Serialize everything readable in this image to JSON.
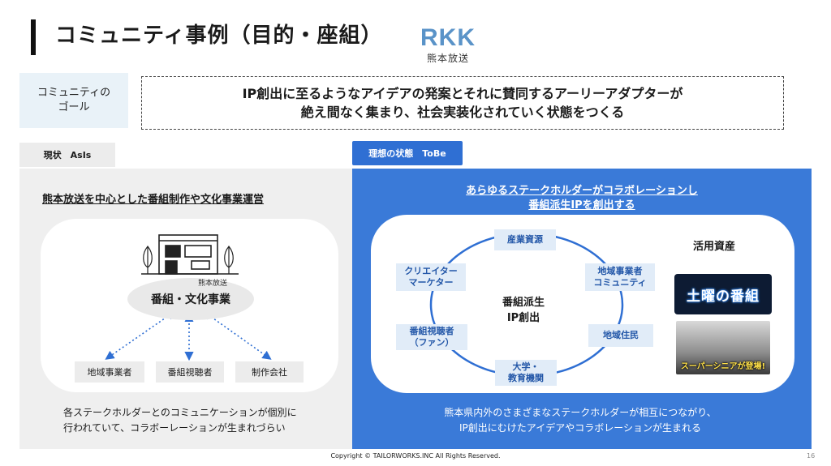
{
  "header": {
    "title": "コミュニティ事例（目的・座組）",
    "logo_main": "RKK",
    "logo_sub": "熊本放送"
  },
  "goal": {
    "label": "コミュニティの\nゴール",
    "text": "IP創出に至るようなアイデアの発案とそれに賛同するアーリーアダプターが\n絶え間なく集まり、社会実装化されていく状態をつくる"
  },
  "asis": {
    "tag": "現状　AsIs",
    "heading": "熊本放送を中心とした番組制作や文化事業運営",
    "center_small": "熊本放送",
    "center": "番組・文化事業",
    "stakeholders": [
      "地域事業者",
      "番組視聴者",
      "制作会社"
    ],
    "desc": "各ステークホルダーとのコミュニケーションが個別に\n行われていて、コラボーレーションが生まれづらい"
  },
  "tobe": {
    "tag": "理想の状態　ToBe",
    "heading": "あらゆるステークホルダーがコラボレーションし\n番組派生IPを創出する",
    "center": "番組派生\nIP創出",
    "nodes": [
      "産業資源",
      "地域事業者\nコミュニティ",
      "地域住民",
      "大学・\n教育機関",
      "番組視聴者\n（ファン）",
      "クリエイター\nマーケター"
    ],
    "asset_title": "活用資産",
    "asset1": "土曜の番組",
    "asset2": "スーパーシニアが登場!",
    "desc": "熊本県内外のさまざまなステークホルダーが相互につながり、\nIP創出にむけたアイデアやコラボレーションが生まれる"
  },
  "footer": {
    "copyright": "Copyright © TAILORWORKS.INC All Rights Reserved.",
    "page": "16"
  },
  "colors": {
    "accent_blue": "#3a7ad8",
    "node_bg": "#e1ecf8",
    "node_text": "#2357a8",
    "logo_blue": "#5a93c8"
  }
}
